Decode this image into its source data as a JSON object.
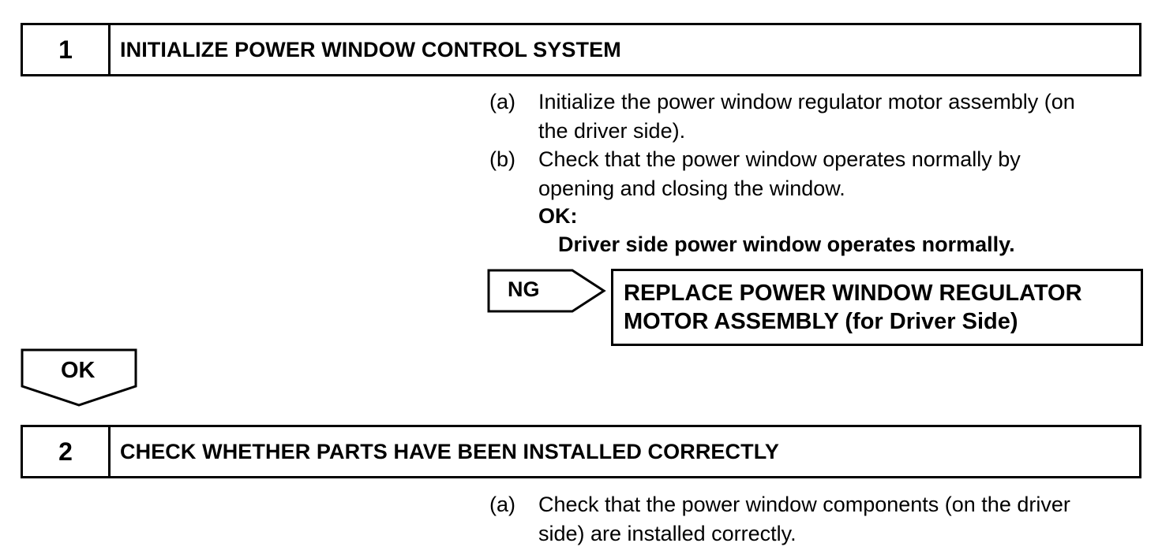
{
  "step1": {
    "number": "1",
    "title": "INITIALIZE POWER WINDOW CONTROL SYSTEM",
    "instructions": [
      {
        "letter": "(a)",
        "lines": [
          "Initialize the power window regulator motor assembly (on",
          "the driver side)."
        ]
      },
      {
        "letter": "(b)",
        "lines": [
          "Check that the power window operates normally by",
          "opening and closing the window."
        ]
      }
    ],
    "ok_heading": "OK:",
    "ok_condition": "Driver side power window operates normally.",
    "ng_label": "NG",
    "ng_action_lines": [
      "REPLACE POWER WINDOW REGULATOR",
      "MOTOR ASSEMBLY (for Driver Side)"
    ]
  },
  "flow_ok_label": "OK",
  "step2": {
    "number": "2",
    "title": "CHECK WHETHER PARTS HAVE BEEN INSTALLED CORRECTLY",
    "instructions": [
      {
        "letter": "(a)",
        "lines": [
          "Check that the power window components (on the driver",
          "side) are installed correctly."
        ]
      }
    ]
  }
}
